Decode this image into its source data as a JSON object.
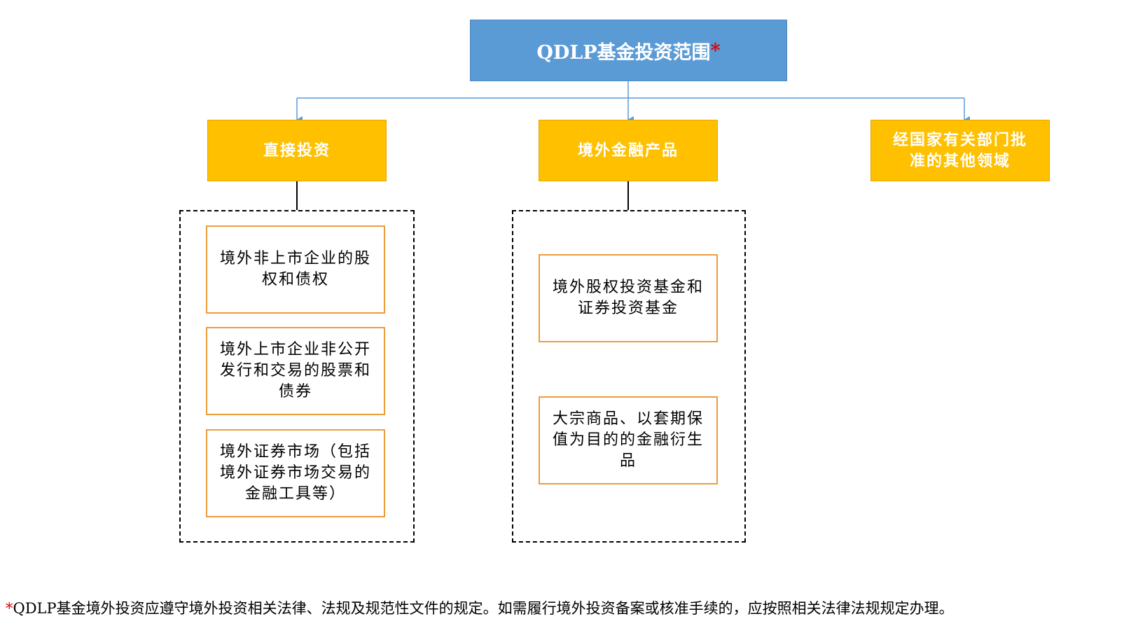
{
  "root": {
    "title": "QDLP基金投资范围",
    "marker": "*"
  },
  "categories": [
    {
      "label": "直接投资"
    },
    {
      "label": "境外金融产品"
    },
    {
      "label": "经国家有关部门批准的其他领域"
    }
  ],
  "direct_items": [
    {
      "label": "境外非上市企业的股权和债权"
    },
    {
      "label": "境外上市企业非公开发行和交易的股票和债券"
    },
    {
      "label": "境外证券市场（包括境外证券市场交易的金融工具等）"
    }
  ],
  "product_items": [
    {
      "label": "境外股权投资基金和证券投资基金"
    },
    {
      "label": "大宗商品、以套期保值为目的的金融衍生品"
    }
  ],
  "footnote": {
    "marker": "*",
    "text": "QDLP基金境外投资应遵守境外投资相关法律、法规及规范性文件的规定。如需履行境外投资备案或核准手续的，应按照相关法律法规规定办理。"
  },
  "colors": {
    "root_fill": "#5b9bd5",
    "category_fill": "#ffc000",
    "item_border": "#ed9c3c",
    "connector": "#5b9bd5",
    "marker": "#e00000"
  }
}
